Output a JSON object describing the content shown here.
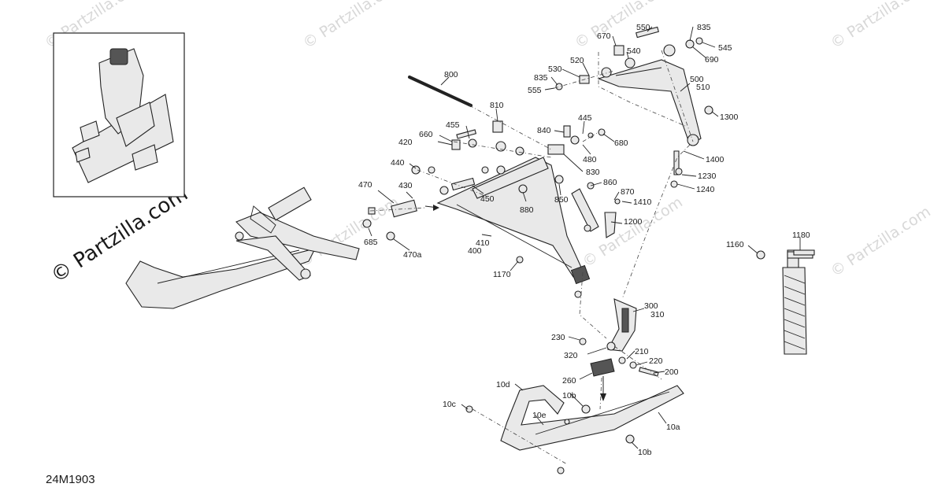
{
  "diagram_code": "24M1903",
  "watermark": {
    "main": "© Partzilla.com",
    "repeat": "© Partzilla.com"
  },
  "callouts": [
    {
      "id": "c550",
      "text": "550"
    },
    {
      "id": "c835a",
      "text": "835"
    },
    {
      "id": "c670",
      "text": "670"
    },
    {
      "id": "c545",
      "text": "545"
    },
    {
      "id": "c690",
      "text": "690"
    },
    {
      "id": "c540",
      "text": "540"
    },
    {
      "id": "c520",
      "text": "520"
    },
    {
      "id": "c530",
      "text": "530"
    },
    {
      "id": "c835b",
      "text": "835"
    },
    {
      "id": "c555",
      "text": "555"
    },
    {
      "id": "c500",
      "text": "500"
    },
    {
      "id": "c510",
      "text": "510"
    },
    {
      "id": "c1300",
      "text": "1300"
    },
    {
      "id": "c800",
      "text": "800"
    },
    {
      "id": "c810",
      "text": "810"
    },
    {
      "id": "c445",
      "text": "445"
    },
    {
      "id": "c840",
      "text": "840"
    },
    {
      "id": "c680",
      "text": "680"
    },
    {
      "id": "c455",
      "text": "455"
    },
    {
      "id": "c660",
      "text": "660"
    },
    {
      "id": "c420",
      "text": "420"
    },
    {
      "id": "c480",
      "text": "480"
    },
    {
      "id": "c1400",
      "text": "1400"
    },
    {
      "id": "c830",
      "text": "830"
    },
    {
      "id": "c440",
      "text": "440"
    },
    {
      "id": "c1230",
      "text": "1230"
    },
    {
      "id": "c860",
      "text": "860"
    },
    {
      "id": "c1240",
      "text": "1240"
    },
    {
      "id": "c470",
      "text": "470"
    },
    {
      "id": "c430",
      "text": "430"
    },
    {
      "id": "c450",
      "text": "450"
    },
    {
      "id": "c870",
      "text": "870"
    },
    {
      "id": "c850",
      "text": "850"
    },
    {
      "id": "c1410",
      "text": "1410"
    },
    {
      "id": "c880",
      "text": "880"
    },
    {
      "id": "c1200",
      "text": "1200"
    },
    {
      "id": "c685",
      "text": "685"
    },
    {
      "id": "c410",
      "text": "410"
    },
    {
      "id": "c400",
      "text": "400"
    },
    {
      "id": "c470a",
      "text": "470a"
    },
    {
      "id": "c1180",
      "text": "1180"
    },
    {
      "id": "c1160",
      "text": "1160"
    },
    {
      "id": "c1170",
      "text": "1170"
    },
    {
      "id": "c300",
      "text": "300"
    },
    {
      "id": "c310",
      "text": "310"
    },
    {
      "id": "c230",
      "text": "230"
    },
    {
      "id": "c210",
      "text": "210"
    },
    {
      "id": "c320",
      "text": "320"
    },
    {
      "id": "c220",
      "text": "220"
    },
    {
      "id": "c200",
      "text": "200"
    },
    {
      "id": "c260",
      "text": "260"
    },
    {
      "id": "c10d",
      "text": "10d"
    },
    {
      "id": "c10b1",
      "text": "10b"
    },
    {
      "id": "c10c",
      "text": "10c"
    },
    {
      "id": "c10e",
      "text": "10e"
    },
    {
      "id": "c10a",
      "text": "10a"
    },
    {
      "id": "c10b2",
      "text": "10b"
    }
  ]
}
